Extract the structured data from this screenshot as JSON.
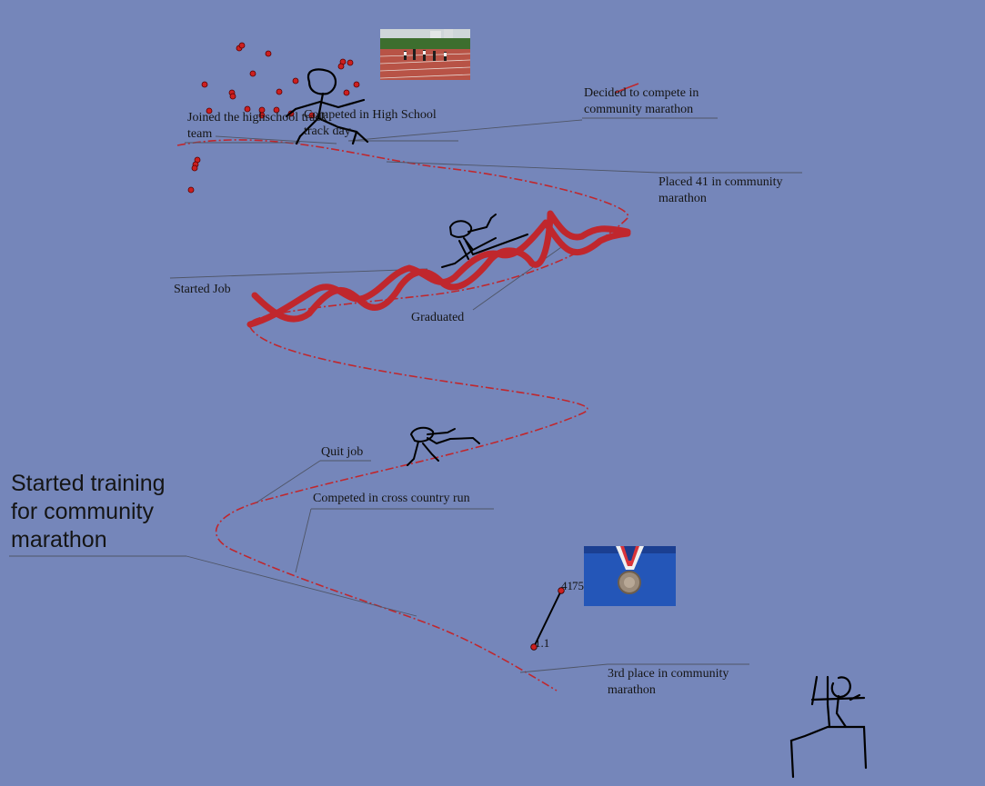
{
  "labels": {
    "joined_team": "Joined the highschool track team",
    "competed_hs": "Competed in High School track day",
    "decided": "Decided to compete in community marathon",
    "placed41": "Placed 41 in community marathon",
    "started_job": "Started Job",
    "graduated": "Graduated",
    "quit_job": "Quit job",
    "cross_country": "Competed in cross country run",
    "started_training": "Started training for community marathon",
    "third_place": "3rd place in community marathon"
  },
  "mini_chart": {
    "point_a": "41",
    "point_a2": "75",
    "point_b": "1.1"
  },
  "colors": {
    "background": "#7586ba",
    "path": "#c0272d",
    "leader": "#4f5566",
    "dots": "#cc1f1f"
  },
  "icons": {
    "track_photo": "track-photo",
    "medal_photo": "medal-photo",
    "stick_figures": "stick-figure-drawings"
  }
}
